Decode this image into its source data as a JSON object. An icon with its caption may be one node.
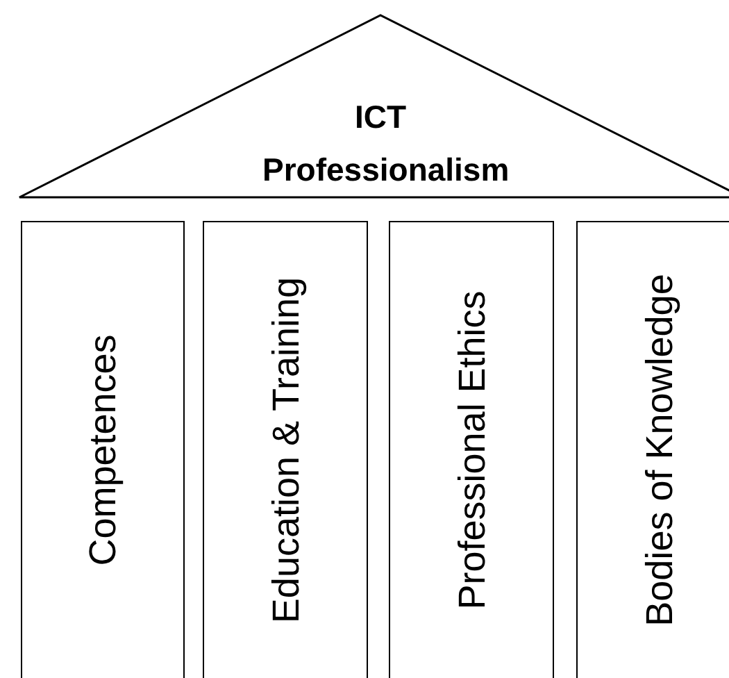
{
  "diagram": {
    "nodes": [
      {
        "text": [
          "ICT Professionalism"
        ]
      },
      {
        "text": [
          "Competences"
        ]
      },
      {
        "text": [
          "Education & Training"
        ]
      },
      {
        "text": [
          "Professional Ethics"
        ]
      },
      {
        "text": [
          "Bodies of Knowledge"
        ]
      }
    ]
  }
}
